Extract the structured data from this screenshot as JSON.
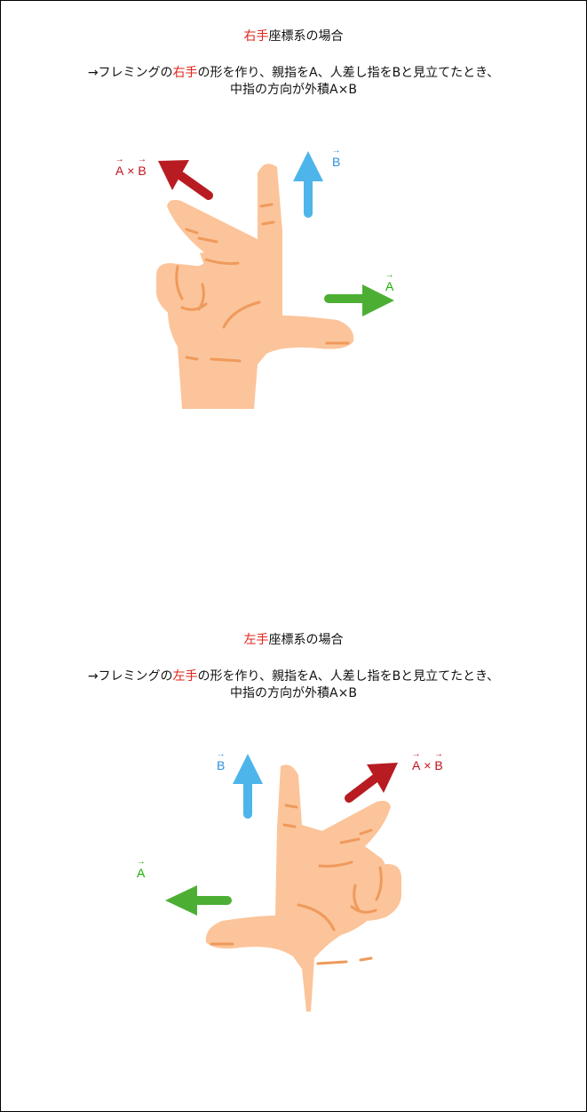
{
  "right": {
    "title_hl": "右手",
    "title_rest": "座標系の場合",
    "line1_pre": "→フレミングの",
    "line1_hl": "右手",
    "line1_post": "の形を作り、親指をA、人差し指をBと見立てたとき、",
    "line2": "中指の方向が外積A×B",
    "label_a": "A",
    "label_b": "B",
    "label_axb_a": "A",
    "label_axb_x": "×",
    "label_axb_b": "B"
  },
  "left": {
    "title_hl": "左手",
    "title_rest": "座標系の場合",
    "line1_pre": "→フレミングの",
    "line1_hl": "左手",
    "line1_post": "の形を作り、親指をA、人差し指をBと見立てたとき、",
    "line2": "中指の方向が外積A×B",
    "label_a": "A",
    "label_b": "B",
    "label_axb_a": "A",
    "label_axb_x": "×",
    "label_axb_b": "B"
  },
  "colors": {
    "highlight": "#e2231a",
    "vector_a": "#4caf34",
    "vector_b": "#4db5ea",
    "vector_axb": "#b81c22",
    "skin": "#fcc49a",
    "skin_line": "#ef9a5c"
  }
}
